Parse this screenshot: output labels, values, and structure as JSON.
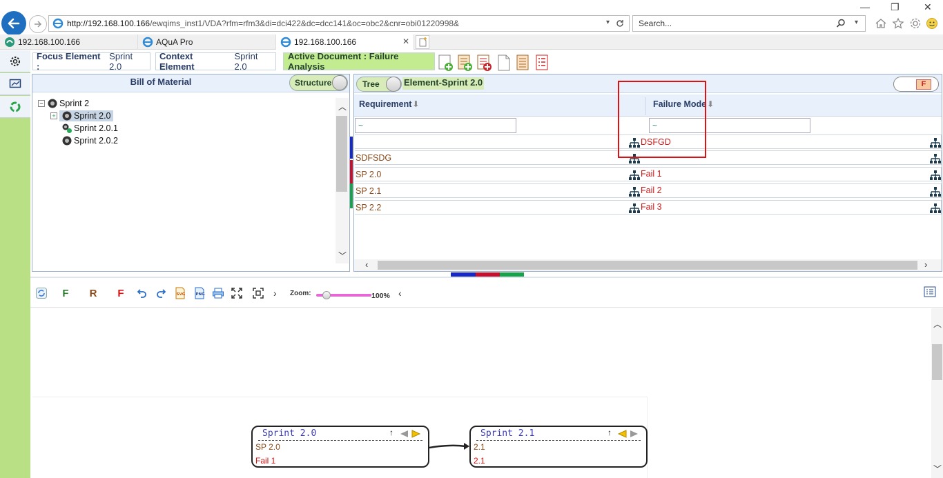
{
  "browser": {
    "url_host": "http://192.168.100.166",
    "url_path": "/ewqims_inst1/VDA?rfm=rfm3&di=dci422&dc=dcc141&oc=obc2&cnr=obi01220998&",
    "search_placeholder": "Search...",
    "tabs": [
      {
        "label": "192.168.100.166"
      },
      {
        "label": "AQuA Pro"
      },
      {
        "label": "192.168.100.166"
      }
    ]
  },
  "toolbar": {
    "focus_label": "Focus Element :",
    "focus_value": "Sprint 2.0",
    "context_label": "Context Element",
    "context_value": "Sprint 2.0",
    "active_doc": "Active Document : Failure Analysis"
  },
  "bom": {
    "title": "Bill of Material",
    "toggle_label": "Structure",
    "tree": [
      {
        "label": "Sprint 2"
      },
      {
        "label": "Sprint 2.0"
      },
      {
        "label": "Sprint 2.0.1"
      },
      {
        "label": "Sprint 2.0.2"
      }
    ]
  },
  "grid": {
    "toggle_label": "Tree",
    "element_label": "Element-Sprint 2.0",
    "f_badge": "F",
    "col_requirement": "Requirement",
    "col_failure": "Failure Mode",
    "filter_req": "~",
    "filter_fail": "~",
    "rows": [
      {
        "req": "",
        "fail": "DSFGD"
      },
      {
        "req": "SDFSDG",
        "fail": ""
      },
      {
        "req": "SP 2.0",
        "fail": "Fail 1"
      },
      {
        "req": "SP 2.1",
        "fail": "Fail 2"
      },
      {
        "req": "SP 2.2",
        "fail": "Fail 3"
      }
    ]
  },
  "diagram_toolbar": {
    "f_green": "F",
    "r_brown": "R",
    "f_red": "F",
    "zoom_label": "Zoom:",
    "zoom_value": "100%"
  },
  "diagram": {
    "nodes": [
      {
        "title": "Sprint 2.0",
        "line1": "SP 2.0",
        "line2": "Fail 1"
      },
      {
        "title": "Sprint 2.1",
        "line1": "2.1",
        "line2": "2.1"
      }
    ]
  },
  "colors": {
    "sidebar": "#b9e085",
    "active_doc": "#c3eb90",
    "highlight_box": "#d11",
    "link_blue": "#1f6fc1"
  }
}
